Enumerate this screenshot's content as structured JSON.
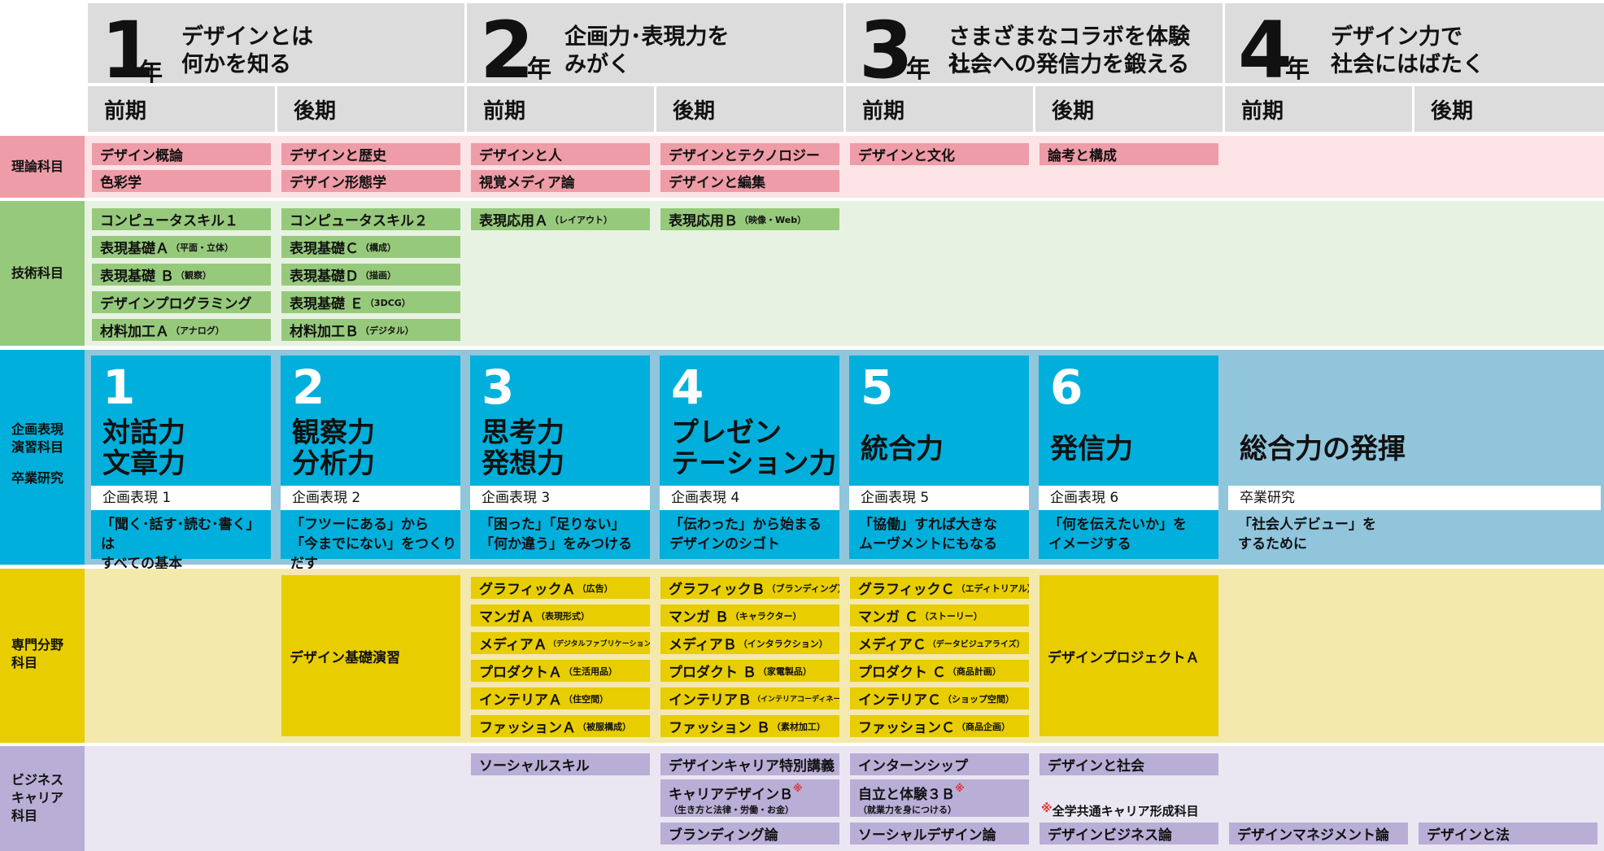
{
  "years": [
    {
      "num": "1",
      "nen": "年",
      "title_l1": "デザインとは",
      "title_l2": "何かを知る"
    },
    {
      "num": "2",
      "nen": "年",
      "title_l1": "企画力･表現力を",
      "title_l2": "みがく"
    },
    {
      "num": "3",
      "nen": "年",
      "title_l1": "さまざまなコラボを体験し、",
      "title_l2": "社会への発信力を鍛える"
    },
    {
      "num": "4",
      "nen": "年",
      "title_l1": "デザイン力で",
      "title_l2": "社会にはばたく"
    }
  ],
  "semesters": [
    "前期",
    "後期",
    "前期",
    "後期",
    "前期",
    "後期",
    "前期",
    "後期"
  ],
  "categories": {
    "theory": "理論科目",
    "tech": "技術科目",
    "project_l1": "企画表現",
    "project_l2": "演習科目",
    "project_l3": "卒業研究",
    "special_l1": "専門分野",
    "special_l2": "科目",
    "career_l1": "ビジネス",
    "career_l2": "キャリア",
    "career_l3": "科目"
  },
  "theory": [
    [
      "デザイン概論",
      "色彩学"
    ],
    [
      "デザインと歴史",
      "デザイン形態学"
    ],
    [
      "デザインと人",
      "視覚メディア論"
    ],
    [
      "デザインとテクノロジー",
      "デザインと編集"
    ],
    [
      "デザインと文化"
    ],
    [
      "論考と構成"
    ]
  ],
  "tech": {
    "c0": [
      {
        "main": "コンピュータスキル１",
        "sub": ""
      },
      {
        "main": "表現基礎Ａ",
        "sub": "（平面・立体）"
      },
      {
        "main": "表現基礎 Ｂ",
        "sub": "（観察）"
      },
      {
        "main": "デザインプログラミング",
        "sub": ""
      },
      {
        "main": "材料加工Ａ",
        "sub": "（アナログ）"
      }
    ],
    "c1": [
      {
        "main": "コンピュータスキル２",
        "sub": ""
      },
      {
        "main": "表現基礎Ｃ",
        "sub": "（構成）"
      },
      {
        "main": "表現基礎Ｄ",
        "sub": "（描画）"
      },
      {
        "main": "表現基礎 Ｅ",
        "sub": "（3DCG）"
      },
      {
        "main": "材料加工Ｂ",
        "sub": "（デジタル）"
      }
    ],
    "c2": [
      {
        "main": "表現応用Ａ",
        "sub": "（レイアウト）"
      }
    ],
    "c3": [
      {
        "main": "表現応用Ｂ",
        "sub": "（映像・Web）"
      }
    ]
  },
  "projects": [
    {
      "num": "1",
      "title": "対話力\n文章力",
      "name": "企画表現 1",
      "desc": "「聞く･話す･読む･書く」は\nすべての基本"
    },
    {
      "num": "2",
      "title": "観察力\n分析力",
      "name": "企画表現 2",
      "desc": "「フツーにある」から\n「今までにない」をつくりだす"
    },
    {
      "num": "3",
      "title": "思考力\n発想力",
      "name": "企画表現 3",
      "desc": "「困った」「足りない」\n「何か違う」をみつける"
    },
    {
      "num": "4",
      "title": "プレゼン\nテーション力",
      "name": "企画表現 4",
      "desc": "「伝わった」から始まる\nデザインのシゴト"
    },
    {
      "num": "5",
      "title": "統合力",
      "name": "企画表現 5",
      "desc": "「協働」すれば大きな\nムーヴメントにもなる"
    },
    {
      "num": "6",
      "title": "発信力",
      "name": "企画表現 6",
      "desc": "「何を伝えたいか」を\nイメージする"
    }
  ],
  "final_project": {
    "title": "総合力の発揮",
    "name": "卒業研究",
    "desc": "「社会人デビュー」を\nするために"
  },
  "special": {
    "basic": "デザイン基礎演習",
    "c2": [
      {
        "main": "グラフィックＡ",
        "sub": "（広告）"
      },
      {
        "main": "マンガＡ",
        "sub": "（表現形式）"
      },
      {
        "main": "メディアＡ",
        "sub": "（デジタルファブリケーション）"
      },
      {
        "main": "プロダクトＡ",
        "sub": "（生活用品）"
      },
      {
        "main": "インテリアＡ",
        "sub": "（住空間）"
      },
      {
        "main": "ファッションＡ",
        "sub": "（被服構成）"
      }
    ],
    "c3": [
      {
        "main": "グラフィックＢ",
        "sub": "（ブランディング）"
      },
      {
        "main": "マンガ Ｂ",
        "sub": "（キャラクター）"
      },
      {
        "main": "メディアＢ",
        "sub": "（インタラクション）"
      },
      {
        "main": "プロダクト Ｂ",
        "sub": "（家電製品）"
      },
      {
        "main": "インテリアＢ",
        "sub": "（インテリアコーディネート）"
      },
      {
        "main": "ファッション Ｂ",
        "sub": "（素材加工）"
      }
    ],
    "c4": [
      {
        "main": "グラフィックＣ",
        "sub": "（エディトリアル）"
      },
      {
        "main": "マンガ Ｃ",
        "sub": "（ストーリー）"
      },
      {
        "main": "メディアＣ",
        "sub": "（データビジュアライズ）"
      },
      {
        "main": "プロダクト Ｃ",
        "sub": "（商品計画）"
      },
      {
        "main": "インテリアＣ",
        "sub": "（ショップ空間）"
      },
      {
        "main": "ファッションＣ",
        "sub": "（商品企画）"
      }
    ],
    "project": "デザインプロジェクトＡ"
  },
  "career": {
    "social_skill": "ソーシャルスキル",
    "career_lecture": "デザインキャリア特別講義",
    "career_design": "キャリアデザインＢ",
    "career_design_sub": "（生き方と法律・労働・お金）",
    "branding": "ブランディング論",
    "internship": "インターンシップ",
    "jiritsu": "自立と体験３Ｂ",
    "jiritsu_sub": "（就業力を身につける）",
    "social_design": "ソーシャルデザイン論",
    "design_society": "デザインと社会",
    "note": "全学共通キャリア形成科目",
    "mark": "※",
    "design_business": "デザインビジネス論",
    "design_management": "デザインマネジメント論",
    "design_law": "デザインと法"
  },
  "colors": {
    "header_gray": "#dcdcdc",
    "theory": "#ee9ca7",
    "theory_bg": "#fbe3e6",
    "tech": "#97c97c",
    "tech_bg": "#e8f2e2",
    "project": "#00afdb",
    "project_final": "#90c5dc",
    "special": "#e8cd00",
    "special_bg": "#f3e9ac",
    "career": "#b8aed6",
    "career_bg": "#eae7f2"
  }
}
